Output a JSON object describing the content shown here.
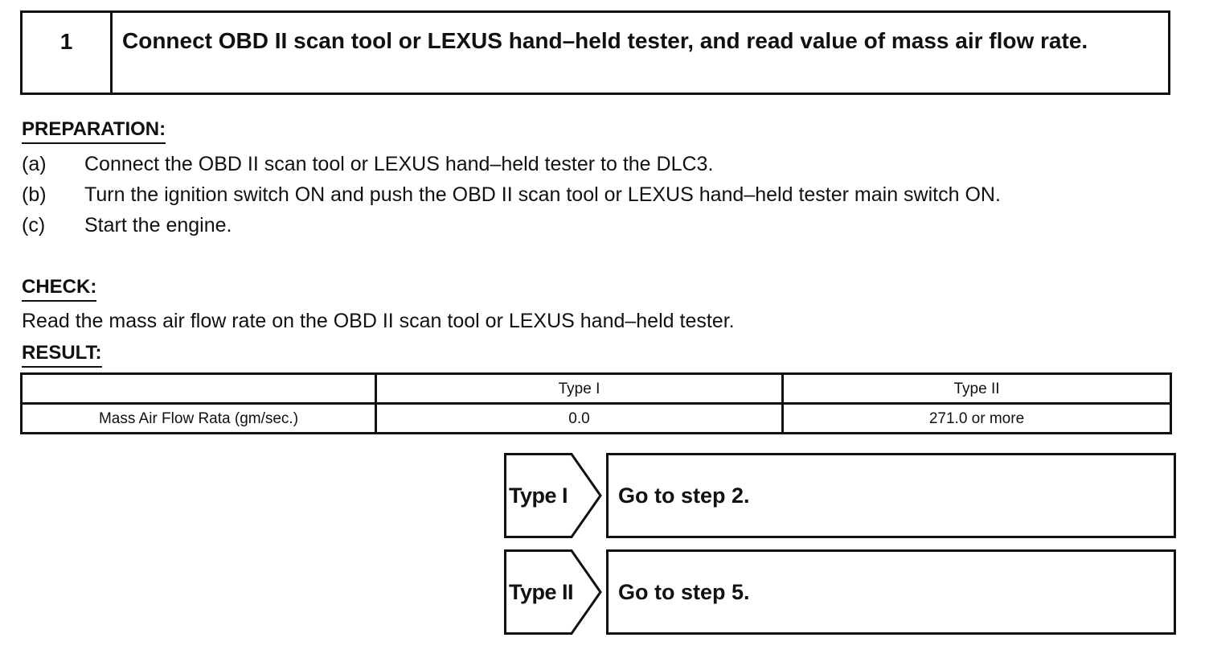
{
  "step": {
    "number": "1",
    "title": "Connect OBD II scan tool or LEXUS hand–held tester, and read value of mass air flow rate."
  },
  "preparation": {
    "heading": "PREPARATION:",
    "items": [
      {
        "marker": "(a)",
        "text": "Connect the OBD II scan tool or LEXUS hand–held tester to the DLC3."
      },
      {
        "marker": "(b)",
        "text": "Turn the ignition switch ON and push the OBD II scan tool or LEXUS hand–held tester main switch ON."
      },
      {
        "marker": "(c)",
        "text": "Start the engine."
      }
    ]
  },
  "check": {
    "heading": "CHECK:",
    "text": "Read the mass air flow rate on the OBD II scan tool or LEXUS hand–held tester."
  },
  "result": {
    "heading": "RESULT:",
    "header_row": [
      "",
      "Type I",
      "Type II"
    ],
    "rows": [
      [
        "Mass Air Flow Rata (gm/sec.)",
        "0.0",
        "271.0 or more"
      ]
    ]
  },
  "actions": [
    {
      "tag": "Type I",
      "text": "Go to step 2."
    },
    {
      "tag": "Type II",
      "text": "Go to step 5."
    }
  ]
}
